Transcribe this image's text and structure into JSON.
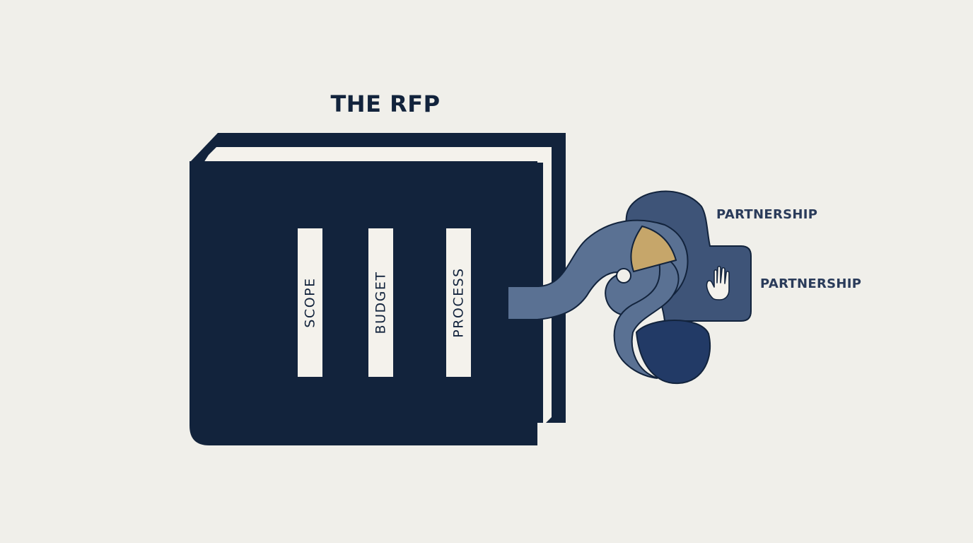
{
  "title": "THE RFP",
  "book": {
    "tabs": [
      {
        "label": "SCOPE"
      },
      {
        "label": "BUDGET"
      },
      {
        "label": "PROCESS"
      }
    ]
  },
  "outputs": {
    "top_label": "PARTNERSHIP",
    "bottom_label": "PARTNERSHIP",
    "icon": "raised-hand-icon"
  },
  "colors": {
    "background": "#f0efea",
    "book_navy": "#12233c",
    "ribbon_slate": "#5a7193",
    "loop_navy": "#3e5478",
    "deep_navy": "#223a66",
    "gold": "#c6a66a",
    "tab_white": "#f4f2ec"
  }
}
